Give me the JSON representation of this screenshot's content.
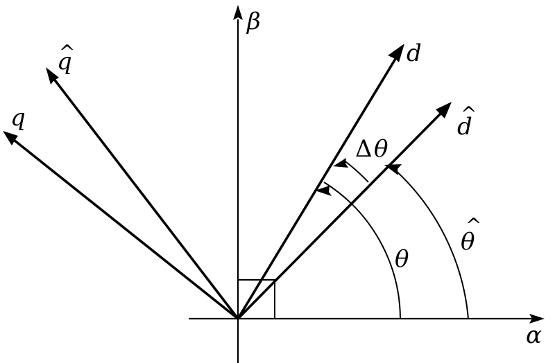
{
  "labels": {
    "alpha": "α",
    "beta": "β",
    "d": "d",
    "d_hat": "d",
    "q": "q",
    "q_hat": "q",
    "theta": "θ",
    "theta_hat": "θ",
    "delta_prefix": "Δ",
    "delta_theta": "θ",
    "hat_mark": "^"
  }
}
